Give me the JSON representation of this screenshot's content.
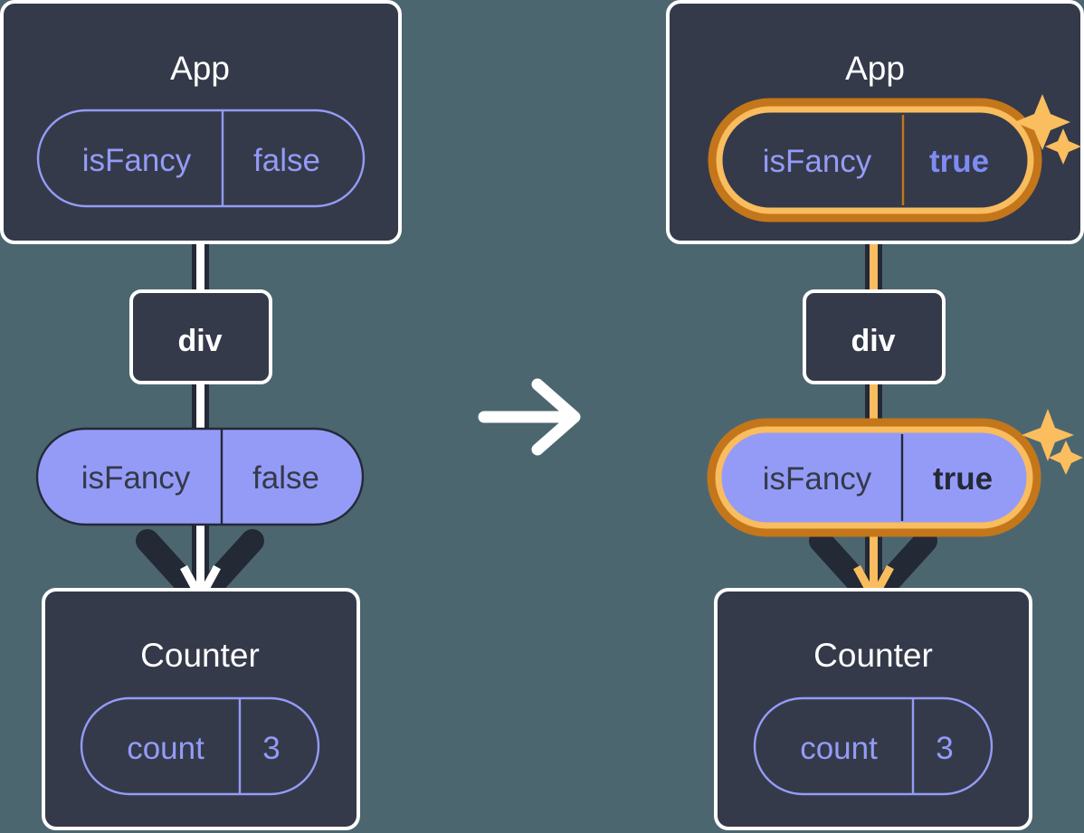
{
  "diagram": {
    "title_semantic": "react-state-propagation-before-after",
    "background_color": "#4c6670",
    "panel_fill": "#343a49",
    "panel_border": "#ffffff",
    "pill_purple_fill": "#949bf7",
    "pill_purple_text": "#343a49",
    "pill_outline_stroke": "#949bf7",
    "pill_outline_text": "#949bf7",
    "highlight_outer": "#c4761a",
    "highlight_inner": "#f9bc5e",
    "sparkle_color": "#fbbe5e",
    "wire_dark": "#242936",
    "wire_white": "#ffffff",
    "wire_orange": "#f9bc5e"
  },
  "transition": {
    "arrow_icon": "arrow-right-icon",
    "arrow_color": "#ffffff"
  },
  "before": {
    "app": {
      "label": "App",
      "prop": {
        "name": "isFancy",
        "value": "false",
        "highlighted": false,
        "style": "outline"
      }
    },
    "div": {
      "label": "div"
    },
    "prop_pill": {
      "name": "isFancy",
      "value": "false",
      "highlighted": false,
      "style": "filled"
    },
    "counter": {
      "label": "Counter",
      "state": {
        "name": "count",
        "value": "3",
        "highlighted": false,
        "style": "outline"
      }
    }
  },
  "after": {
    "app": {
      "label": "App",
      "prop": {
        "name": "isFancy",
        "value": "true",
        "highlighted": true,
        "style": "outline"
      },
      "sparkle": "sparkle-icon"
    },
    "div": {
      "label": "div"
    },
    "prop_pill": {
      "name": "isFancy",
      "value": "true",
      "highlighted": true,
      "style": "filled",
      "sparkle": "sparkle-icon"
    },
    "counter": {
      "label": "Counter",
      "state": {
        "name": "count",
        "value": "3",
        "highlighted": false,
        "style": "outline"
      }
    }
  }
}
